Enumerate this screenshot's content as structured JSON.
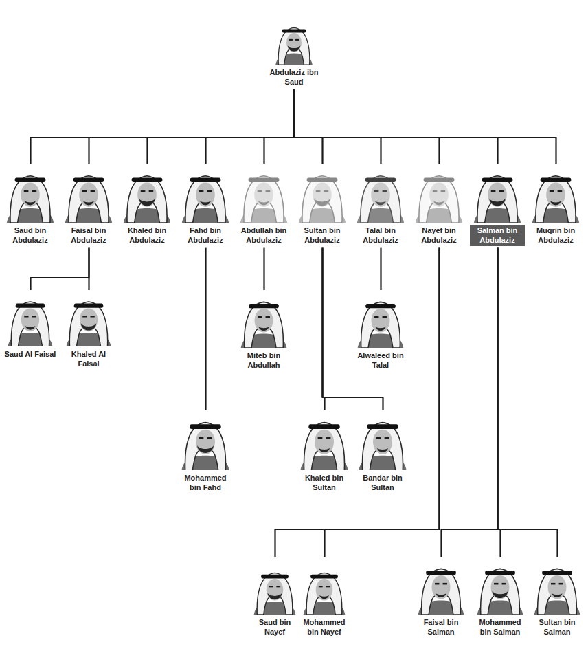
{
  "diagram": {
    "nodes": [
      {
        "text": [
          "Abdulaziz ibn Saud"
        ]
      },
      {
        "text": [
          "Saud bin Abdulaziz"
        ]
      },
      {
        "text": [
          "Faisal bin Abdulaziz"
        ]
      },
      {
        "text": [
          "Khaled bin Abdulaziz"
        ]
      },
      {
        "text": [
          "Fahd bin Abdulaziz"
        ]
      },
      {
        "text": [
          "Abdullah bin Abdulaziz"
        ]
      },
      {
        "text": [
          "Sultan bin Abdulaziz"
        ]
      },
      {
        "text": [
          "Talal bin Abdulaziz"
        ]
      },
      {
        "text": [
          "Nayef bin Abdulaziz"
        ]
      },
      {
        "text": [
          "Salman bin Abdulaziz"
        ]
      },
      {
        "text": [
          "Muqrin bin Abdulaziz"
        ]
      },
      {
        "text": [
          "Saud Al Faisal"
        ]
      },
      {
        "text": [
          "Khaled Al Faisal"
        ]
      },
      {
        "text": [
          "Miteb bin Abdullah"
        ]
      },
      {
        "text": [
          "Alwaleed bin Talal"
        ]
      },
      {
        "text": [
          "Mohammed bin Fahd"
        ]
      },
      {
        "text": [
          "Khaled bin Sultan"
        ]
      },
      {
        "text": [
          "Bandar bin Sultan"
        ]
      },
      {
        "text": [
          "Saud bin Nayef"
        ]
      },
      {
        "text": [
          "Mohammed bin Nayef"
        ]
      },
      {
        "text": [
          "Faisal bin Salman"
        ]
      },
      {
        "text": [
          "Mohammed bin Salman"
        ]
      },
      {
        "text": [
          "Sultan bin Salman"
        ]
      }
    ],
    "edges": [
      {
        "from": 0,
        "to": 1,
        "arrow": "none"
      },
      {
        "from": 0,
        "to": 2,
        "arrow": "none"
      },
      {
        "from": 0,
        "to": 3,
        "arrow": "none"
      },
      {
        "from": 0,
        "to": 4,
        "arrow": "none"
      },
      {
        "from": 0,
        "to": 5,
        "arrow": "none"
      },
      {
        "from": 0,
        "to": 6,
        "arrow": "none"
      },
      {
        "from": 0,
        "to": 7,
        "arrow": "none"
      },
      {
        "from": 0,
        "to": 8,
        "arrow": "none"
      },
      {
        "from": 0,
        "to": 9,
        "arrow": "none"
      },
      {
        "from": 0,
        "to": 10,
        "arrow": "none"
      },
      {
        "from": 2,
        "to": 11,
        "arrow": "none"
      },
      {
        "from": 2,
        "to": 12,
        "arrow": "none"
      },
      {
        "from": 5,
        "to": 13,
        "arrow": "none"
      },
      {
        "from": 7,
        "to": 14,
        "arrow": "none"
      },
      {
        "from": 4,
        "to": 15,
        "arrow": "none"
      },
      {
        "from": 6,
        "to": 16,
        "arrow": "none"
      },
      {
        "from": 6,
        "to": 17,
        "arrow": "none"
      },
      {
        "from": 8,
        "to": 18,
        "arrow": "none"
      },
      {
        "from": 8,
        "to": 19,
        "arrow": "none"
      },
      {
        "from": 9,
        "to": 20,
        "arrow": "none"
      },
      {
        "from": 9,
        "to": 21,
        "arrow": "none"
      },
      {
        "from": 9,
        "to": 22,
        "arrow": "none"
      }
    ]
  }
}
